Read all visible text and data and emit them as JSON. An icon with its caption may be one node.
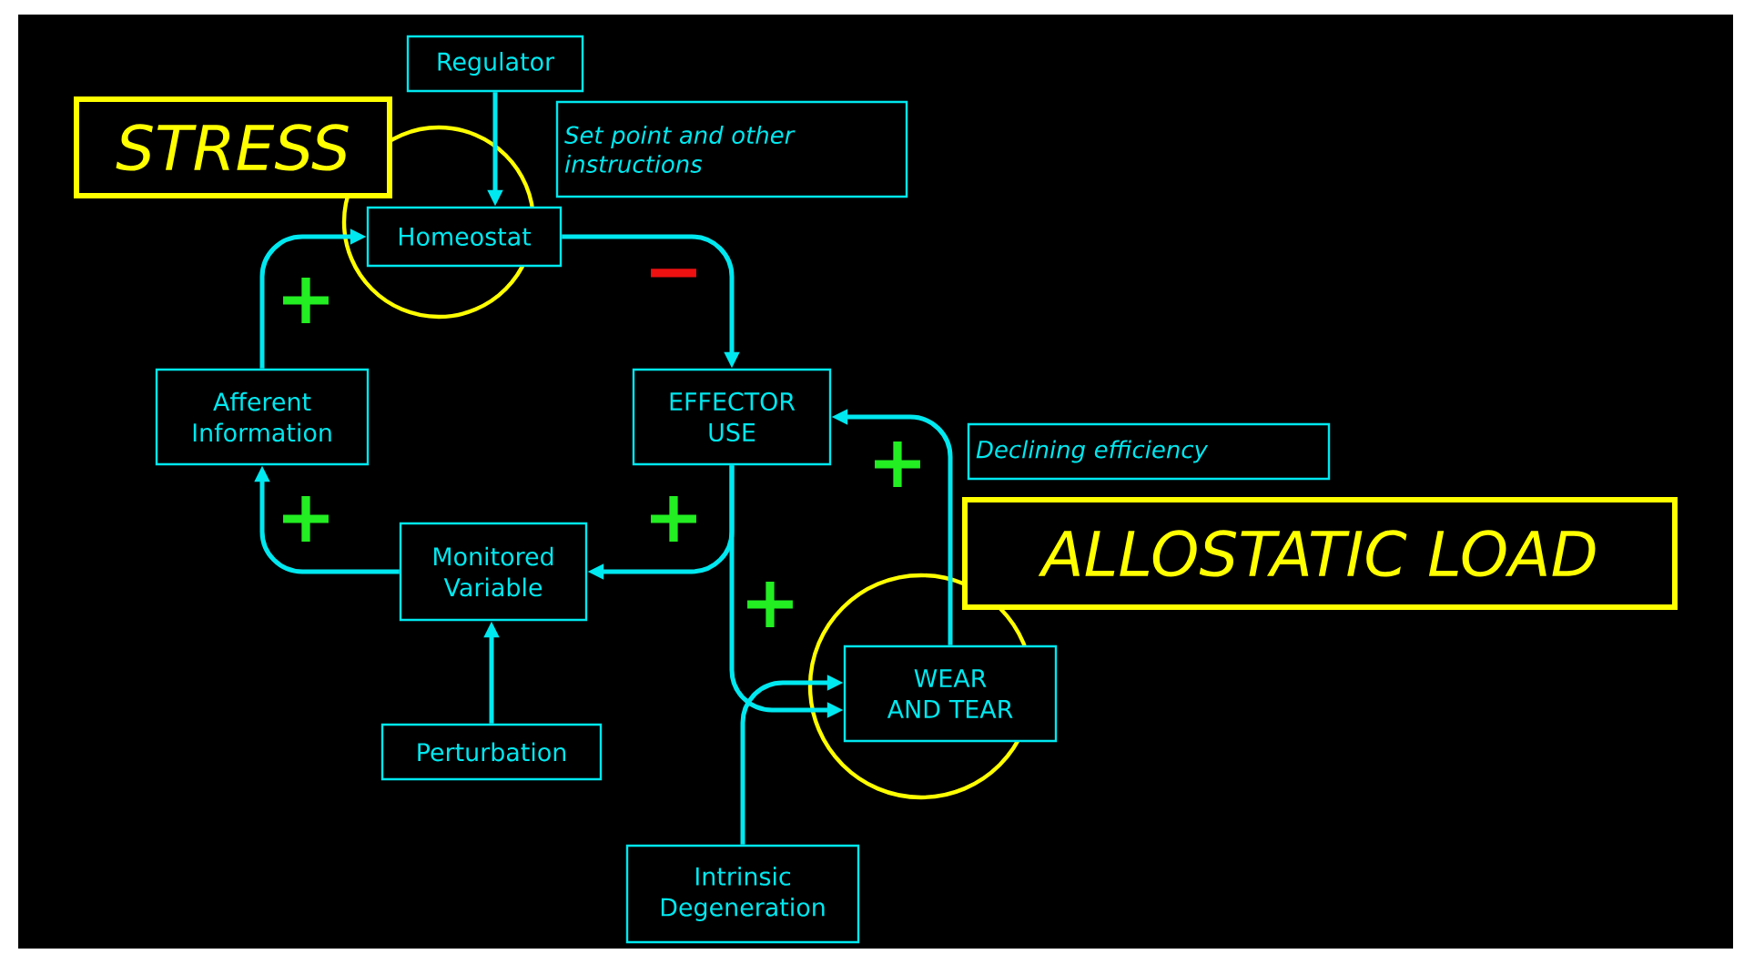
{
  "diagram": {
    "nodes": [
      {
        "text": [
          "Regulator"
        ]
      },
      {
        "text": [
          "STRESS"
        ]
      },
      {
        "text": [
          "Set point and other instructions"
        ]
      },
      {
        "text": [
          "Homeostat"
        ]
      },
      {
        "text": [
          "Afferent Information"
        ]
      },
      {
        "text": [
          "EFFECTOR USE"
        ]
      },
      {
        "text": [
          "Declining efficiency"
        ]
      },
      {
        "text": [
          "ALLOSTATIC LOAD"
        ]
      },
      {
        "text": [
          "Monitored Variable"
        ]
      },
      {
        "text": [
          "WEAR AND TEAR"
        ]
      },
      {
        "text": [
          "Perturbation"
        ]
      },
      {
        "text": [
          "Intrinsic Degeneration"
        ]
      }
    ],
    "edges": [
      {
        "from": 0,
        "to": 3,
        "arrow": "to"
      },
      {
        "from": 3,
        "to": 5,
        "arrow": "to",
        "label": "−"
      },
      {
        "from": 5,
        "to": 8,
        "arrow": "to",
        "label": "+"
      },
      {
        "from": 8,
        "to": 4,
        "arrow": "to",
        "label": "+"
      },
      {
        "from": 4,
        "to": 3,
        "arrow": "to",
        "label": "+"
      },
      {
        "from": 10,
        "to": 8,
        "arrow": "to"
      },
      {
        "from": 5,
        "to": 9,
        "arrow": "to",
        "label": "+"
      },
      {
        "from": 9,
        "to": 5,
        "arrow": "to",
        "label": "+"
      },
      {
        "from": 11,
        "to": 9,
        "arrow": "to"
      }
    ]
  }
}
